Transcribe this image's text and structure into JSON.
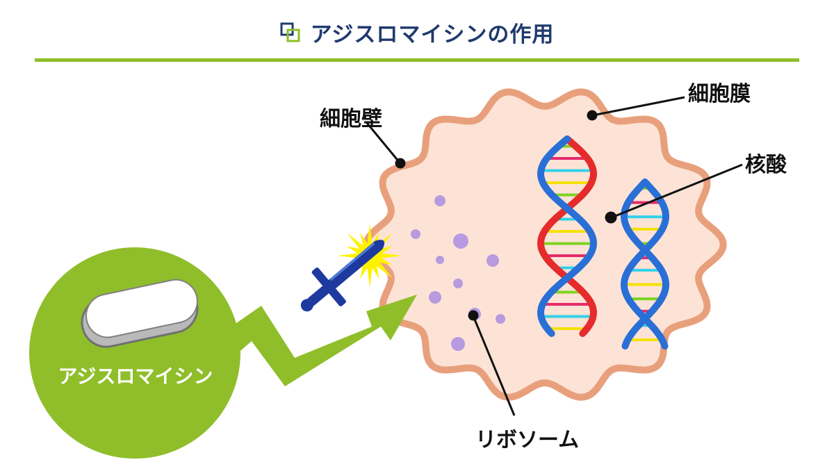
{
  "header": {
    "title": "アジスロマイシンの作用"
  },
  "labels": {
    "cell_wall": "細胞壁",
    "cell_membrane": "細胞膜",
    "nucleic_acid": "核酸",
    "ribosome": "リボソーム",
    "drug": "アジスロマイシン"
  },
  "colors": {
    "title_text": "#1f3a6e",
    "accent_green": "#8fbe2a",
    "cell_fill": "#fde3d6",
    "cell_outline": "#e8a07c",
    "ribosome": "#b89ae0",
    "dna_red": "#e52b2b",
    "dna_blue": "#2a6fd6",
    "sword_blue": "#1f3a9e",
    "spark_yellow": "#fff200"
  }
}
